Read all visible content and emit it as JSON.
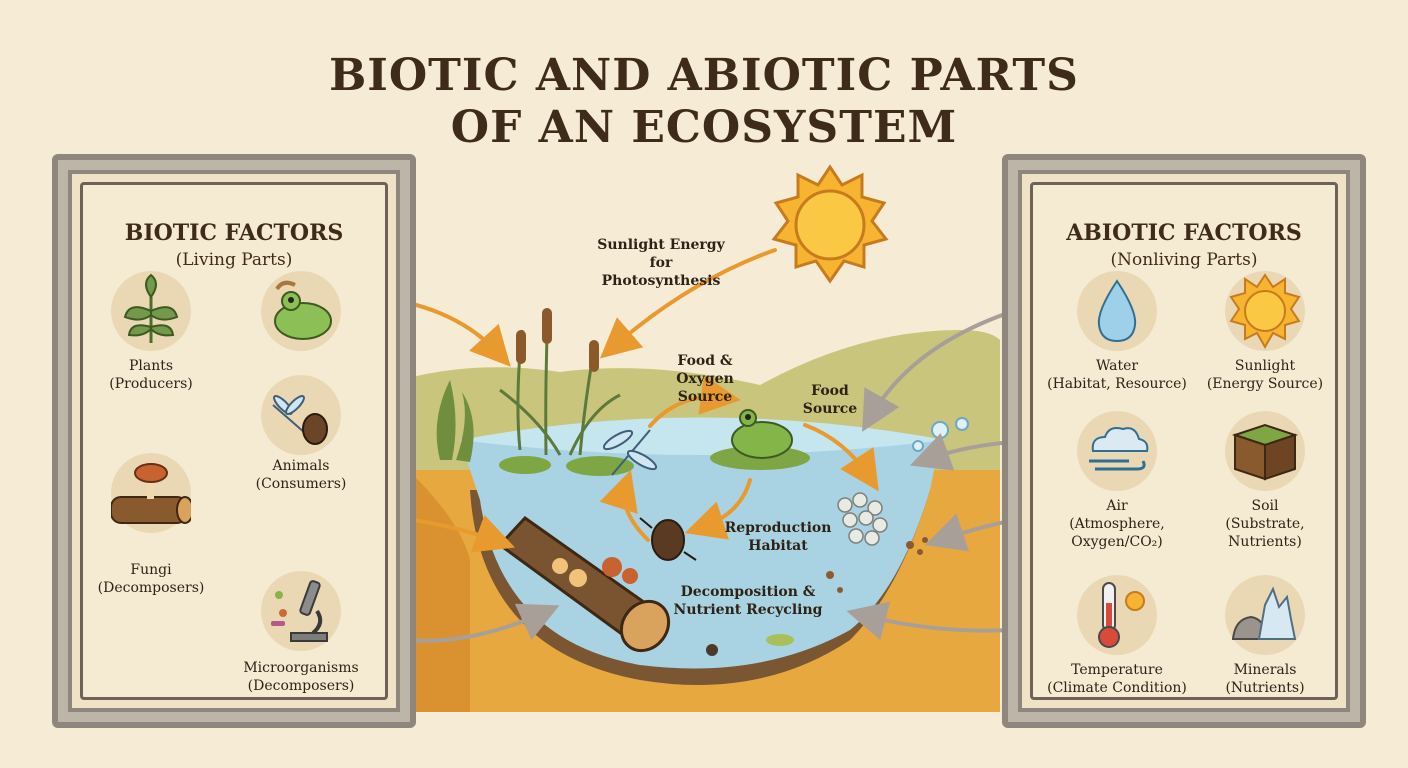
{
  "title": {
    "line1": "BIOTIC AND ABIOTIC PARTS",
    "line2": "OF AN ECOSYSTEM"
  },
  "biotic": {
    "heading": "BIOTIC FACTORS",
    "subheading": "(Living Parts)",
    "items": [
      {
        "name": "Plants",
        "role": "(Producers)",
        "icon": "plant-icon"
      },
      {
        "name": "Animals",
        "role": "(Consumers)",
        "icon": "animals-icon"
      },
      {
        "name": "Fungi",
        "role": "(Decomposers)",
        "icon": "fungi-icon"
      },
      {
        "name": "Microorganisms",
        "role": "(Decomposers)",
        "icon": "microscope-icon"
      }
    ]
  },
  "abiotic": {
    "heading": "ABIOTIC FACTORS",
    "subheading": "(Nonliving Parts)",
    "items": [
      {
        "name": "Water",
        "role": "(Habitat, Resource)",
        "icon": "water-drop-icon"
      },
      {
        "name": "Sunlight",
        "role": "(Energy Source)",
        "icon": "sun-icon"
      },
      {
        "name": "Air",
        "role": "(Atmosphere,",
        "role2": "Oxygen/CO₂)",
        "icon": "air-cloud-icon"
      },
      {
        "name": "Soil",
        "role": "(Substrate,",
        "role2": "Nutrients)",
        "icon": "soil-icon"
      },
      {
        "name": "Temperature",
        "role": "(Climate Condition)",
        "icon": "thermometer-icon"
      },
      {
        "name": "Minerals",
        "role": "(Nutrients)",
        "icon": "minerals-icon"
      }
    ]
  },
  "diagram_labels": {
    "sunlight_1": "Sunlight Energy for",
    "sunlight_2": "Photosynthesis",
    "food_oxygen_1": "Food & Oxygen",
    "food_oxygen_2": "Source",
    "food_1": "Food",
    "food_2": "Source",
    "reproduction_1": "Reproduction",
    "reproduction_2": "Habitat",
    "decomposition_1": "Decomposition &",
    "decomposition_2": "Nutrient Recycling"
  },
  "colors": {
    "background": "#f6ecd6",
    "water": "#a9d3e3",
    "soil": "#e3a23e",
    "sun": "#f5b435",
    "arrow_orange": "#e99a2e",
    "arrow_gray": "#a8a098"
  }
}
